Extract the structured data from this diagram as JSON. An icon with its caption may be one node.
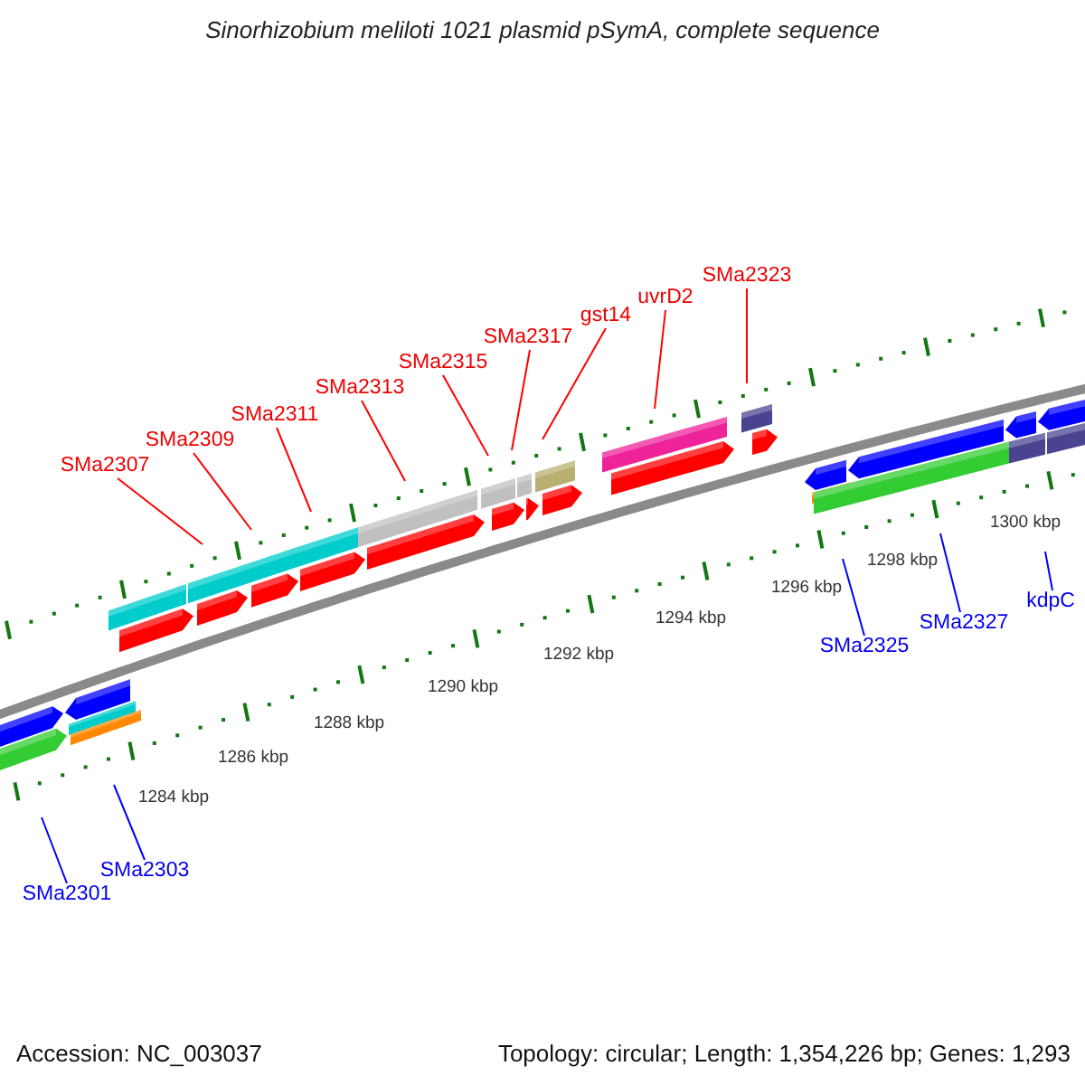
{
  "diagram": {
    "title": "Sinorhizobium meliloti 1021 plasmid pSymA, complete sequence",
    "nodes": [
      {
        "text": [
          "SMa2307"
        ]
      },
      {
        "text": [
          "SMa2309"
        ]
      },
      {
        "text": [
          "SMa2311"
        ]
      },
      {
        "text": [
          "SMa2313"
        ]
      },
      {
        "text": [
          "SMa2315"
        ]
      },
      {
        "text": [
          "SMa2317"
        ]
      },
      {
        "text": [
          "gst14"
        ]
      },
      {
        "text": [
          "uvrD2"
        ]
      },
      {
        "text": [
          "SMa2323"
        ]
      },
      {
        "text": [
          "SMa2301"
        ]
      },
      {
        "text": [
          "SMa2303"
        ]
      },
      {
        "text": [
          "SMa2325"
        ]
      },
      {
        "text": [
          "SMa2327"
        ]
      },
      {
        "text": [
          "kdpC"
        ]
      }
    ],
    "edges": [
      {
        "from": 0,
        "to": null,
        "arrow": "none"
      },
      {
        "from": 1,
        "to": null,
        "arrow": "none"
      },
      {
        "from": 2,
        "to": null,
        "arrow": "none"
      },
      {
        "from": 3,
        "to": null,
        "arrow": "none"
      },
      {
        "from": 4,
        "to": null,
        "arrow": "none"
      },
      {
        "from": 5,
        "to": null,
        "arrow": "none"
      },
      {
        "from": 6,
        "to": null,
        "arrow": "none"
      },
      {
        "from": 7,
        "to": null,
        "arrow": "none"
      },
      {
        "from": 8,
        "to": null,
        "arrow": "none"
      },
      {
        "from": 9,
        "to": null,
        "arrow": "none",
        "color": "#0000ff"
      },
      {
        "from": 10,
        "to": null,
        "arrow": "none",
        "color": "#0000ff"
      },
      {
        "from": 11,
        "to": null,
        "arrow": "none",
        "color": "#0000ff"
      },
      {
        "from": 12,
        "to": null,
        "arrow": "none",
        "color": "#0000ff"
      },
      {
        "from": 13,
        "to": null,
        "arrow": "none",
        "color": "#0000ff"
      }
    ],
    "labels": [
      "1284 kbp",
      "1286 kbp",
      "1288 kbp",
      "1290 kbp",
      "1292 kbp",
      "1294 kbp",
      "1296 kbp",
      "1298 kbp",
      "1300 kbp",
      "Accession: NC_003037",
      "Topology: circular; Length: 1,354,226 bp; Genes: 1,293"
    ]
  }
}
